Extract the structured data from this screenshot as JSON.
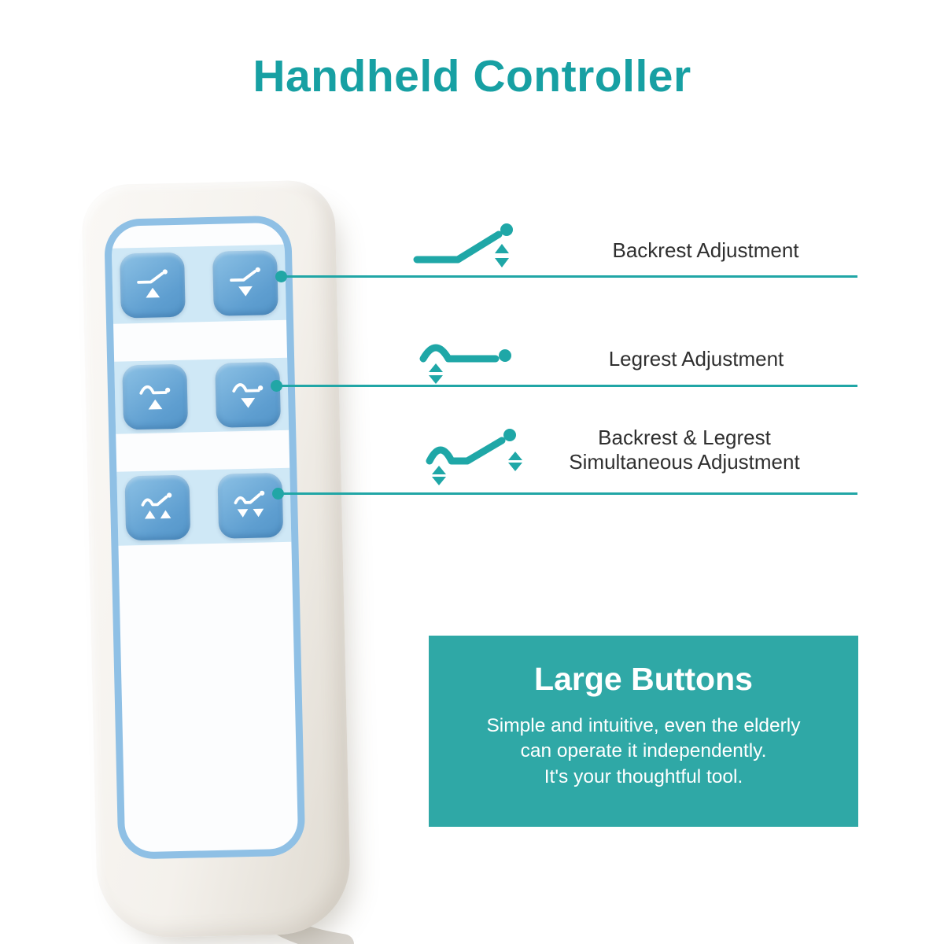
{
  "page": {
    "title": "Handheld Controller"
  },
  "callouts": [
    {
      "label": "Backrest Adjustment",
      "icon": "backrest-adjustment-icon"
    },
    {
      "label": "Legrest Adjustment",
      "icon": "legrest-adjustment-icon"
    },
    {
      "label": "Backrest & Legrest Simultaneous Adjustment",
      "icon": "simultaneous-adjustment-icon"
    }
  ],
  "remote": {
    "buttons": [
      {
        "name": "backrest-up-button",
        "glyph": "backrest-bed",
        "direction": "up"
      },
      {
        "name": "backrest-down-button",
        "glyph": "backrest-bed",
        "direction": "down"
      },
      {
        "name": "legrest-up-button",
        "glyph": "legrest-bed",
        "direction": "up"
      },
      {
        "name": "legrest-down-button",
        "glyph": "legrest-bed",
        "direction": "down"
      },
      {
        "name": "simultaneous-up-button",
        "glyph": "both-bed",
        "direction": "up-up"
      },
      {
        "name": "simultaneous-down-button",
        "glyph": "both-bed",
        "direction": "down-down"
      }
    ]
  },
  "info_box": {
    "title": "Large Buttons",
    "body_lines": [
      "Simple and intuitive, even the elderly",
      "can operate it independently.",
      "It's your thoughtful tool."
    ]
  },
  "colors": {
    "accent_teal": "#17A0A3",
    "callout_teal": "#1FA7A7",
    "info_box_bg": "#2FA8A6",
    "button_blue": "#5E9ED0",
    "panel_border_blue": "#8FC0E5",
    "strip_blue": "#D1E9F8",
    "label_text": "#2F2F2F"
  }
}
